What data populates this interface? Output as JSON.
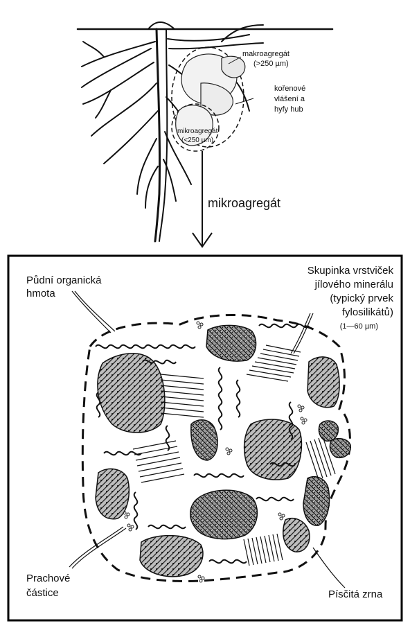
{
  "top": {
    "macro_label": "makroagregát",
    "macro_size": "(>250 µm)",
    "roots_label_1": "kořenové",
    "roots_label_2": "vlášení a",
    "roots_label_3": "hyfy hub",
    "micro_label": "mikroagregát",
    "micro_size": "(<250 µm)",
    "arrow_label": "mikroagregát"
  },
  "bottom": {
    "organic_1": "Půdní organická",
    "organic_2": "hmota",
    "clay_1": "Skupinka vrstviček",
    "clay_2": "jílového minerálu",
    "clay_3": "(typický prvek",
    "clay_4": "fylosilikátů)",
    "clay_size": "(1—60 µm)",
    "silt_1": "Prachové",
    "silt_2": "částice",
    "sand": "Písčitá zrna"
  }
}
